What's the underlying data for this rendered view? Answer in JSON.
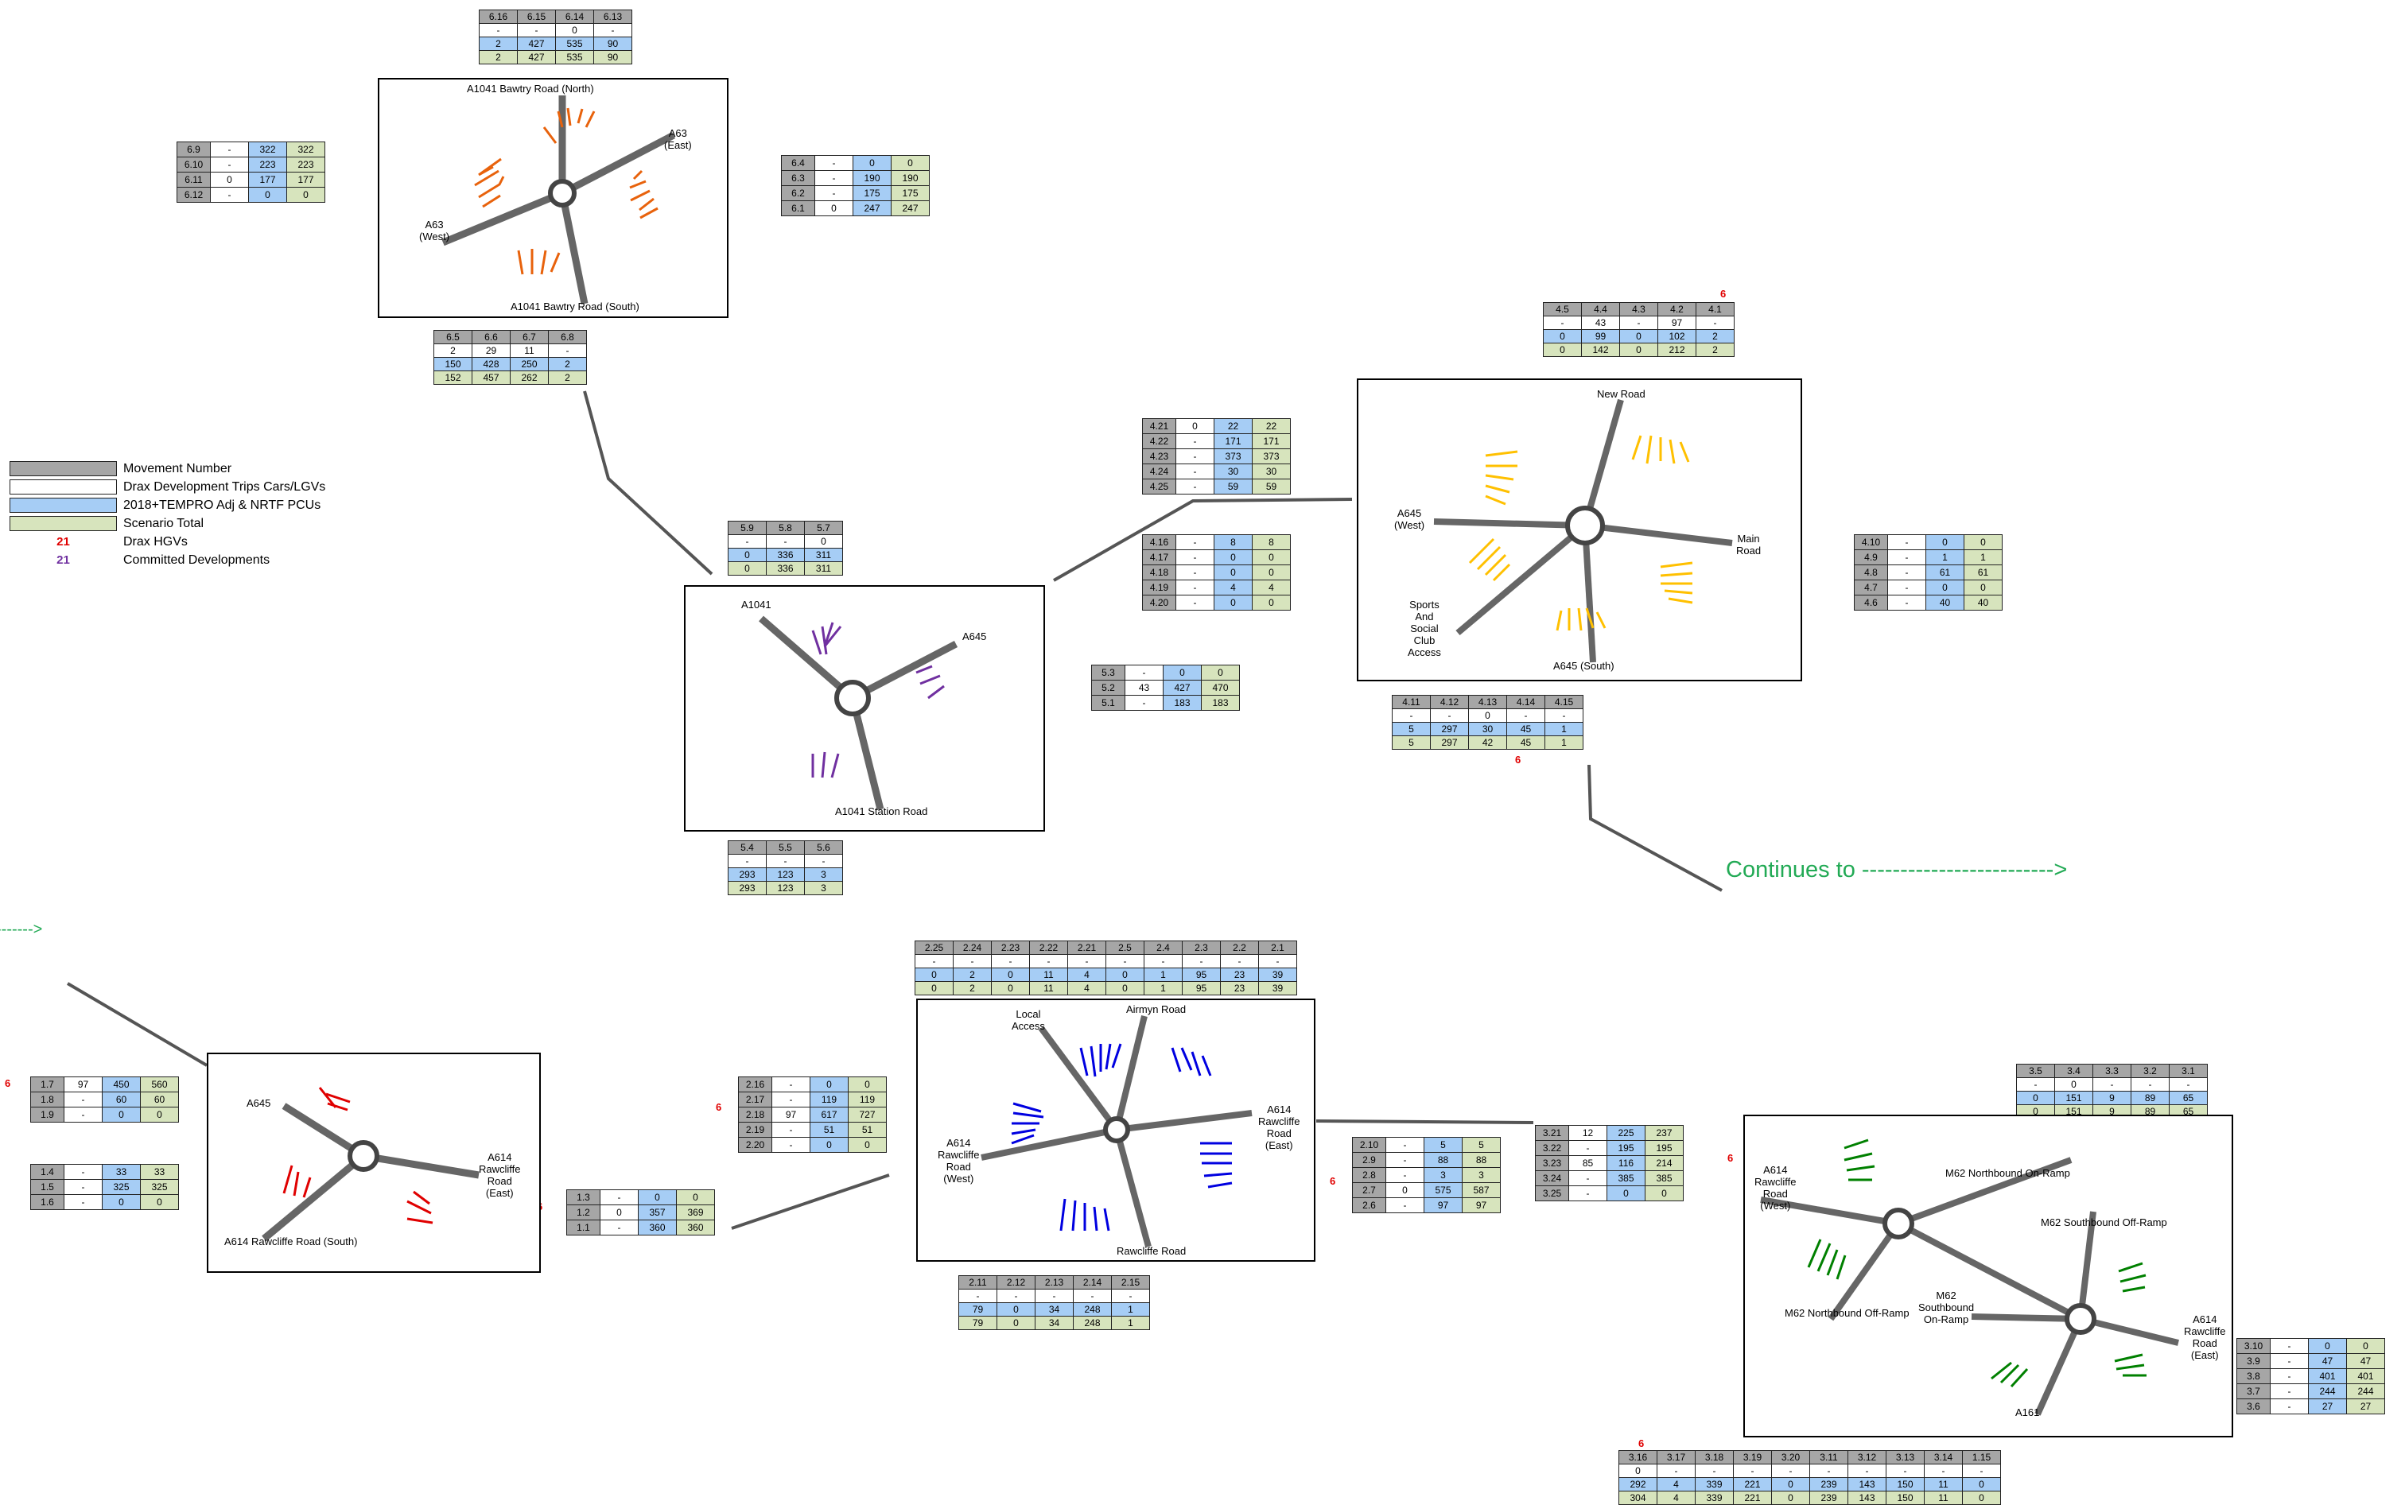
{
  "legend": {
    "items": [
      {
        "label": "Movement Number",
        "color": "#a6a6a6"
      },
      {
        "label": "Drax Development Trips Cars/LGVs",
        "color": "#ffffff"
      },
      {
        "label": "2018+TEMPRO Adj & NRTF PCUs",
        "color": "#a6cdf5"
      },
      {
        "label": "Scenario Total",
        "color": "#d7e4bd"
      }
    ],
    "hgv_number": "21",
    "hgv_label": "Drax HGVs",
    "hgv_color": "#e00000",
    "committed_number": "21",
    "committed_label": "Committed Developments",
    "committed_color": "#7030a0"
  },
  "continues_text": "Continues to ------------------------->",
  "continues_left_text": "------->",
  "junction6": {
    "color": "#e8620c",
    "north": "A1041 Bawtry Road (North)",
    "east_1": "A63",
    "east_2": "(East)",
    "west_1": "A63",
    "west_2": "(West)",
    "south": "A1041 Bawtry Road (South)",
    "top_table": {
      "headers": [
        "6.16",
        "6.15",
        "6.14",
        "6.13"
      ],
      "rows": [
        [
          "-",
          "-",
          "0",
          "-"
        ],
        [
          "2",
          "427",
          "535",
          "90"
        ],
        [
          "2",
          "427",
          "535",
          "90"
        ]
      ]
    },
    "west_table": [
      [
        "6.9",
        "-",
        "322",
        "322"
      ],
      [
        "6.10",
        "-",
        "223",
        "223"
      ],
      [
        "6.11",
        "0",
        "177",
        "177"
      ],
      [
        "6.12",
        "-",
        "0",
        "0"
      ]
    ],
    "east_table": [
      [
        "6.4",
        "-",
        "0",
        "0"
      ],
      [
        "6.3",
        "-",
        "190",
        "190"
      ],
      [
        "6.2",
        "-",
        "175",
        "175"
      ],
      [
        "6.1",
        "0",
        "247",
        "247"
      ]
    ],
    "bottom_table": {
      "headers": [
        "6.5",
        "6.6",
        "6.7",
        "6.8"
      ],
      "rows": [
        [
          "2",
          "29",
          "11",
          "-"
        ],
        [
          "150",
          "428",
          "250",
          "2"
        ],
        [
          "152",
          "457",
          "262",
          "2"
        ]
      ]
    }
  },
  "junction5": {
    "color": "#7030a0",
    "nw": "A1041",
    "ne": "A645",
    "south": "A1041 Station Road",
    "top_table": {
      "headers": [
        "5.9",
        "5.8",
        "5.7"
      ],
      "rows": [
        [
          "-",
          "-",
          "0"
        ],
        [
          "0",
          "336",
          "311"
        ],
        [
          "0",
          "336",
          "311"
        ]
      ]
    },
    "east_table": [
      [
        "5.3",
        "-",
        "0",
        "0"
      ],
      [
        "5.2",
        "43",
        "427",
        "470"
      ],
      [
        "5.1",
        "-",
        "183",
        "183"
      ]
    ],
    "bottom_table": {
      "headers": [
        "5.4",
        "5.5",
        "5.6"
      ],
      "rows": [
        [
          "-",
          "-",
          "-"
        ],
        [
          "293",
          "123",
          "3"
        ],
        [
          "293",
          "123",
          "3"
        ]
      ]
    }
  },
  "junction4": {
    "color": "#ffc000",
    "north": "New Road",
    "west_1": "A645",
    "west_2": "(West)",
    "east_1": "Main",
    "east_2": "Road",
    "sw_1": "Sports",
    "sw_2": "And",
    "sw_3": "Social",
    "sw_4": "Club",
    "sw_5": "Access",
    "south": "A645 (South)",
    "hgv_top": "6",
    "hgv_bottom": "6",
    "top_table": {
      "headers": [
        "4.5",
        "4.4",
        "4.3",
        "4.2",
        "4.1"
      ],
      "rows": [
        [
          "-",
          "43",
          "-",
          "97",
          "-"
        ],
        [
          "0",
          "99",
          "0",
          "102",
          "2"
        ],
        [
          "0",
          "142",
          "0",
          "212",
          "2"
        ]
      ]
    },
    "west_table_1": [
      [
        "4.21",
        "0",
        "22",
        "22"
      ],
      [
        "4.22",
        "-",
        "171",
        "171"
      ],
      [
        "4.23",
        "-",
        "373",
        "373"
      ],
      [
        "4.24",
        "-",
        "30",
        "30"
      ],
      [
        "4.25",
        "-",
        "59",
        "59"
      ]
    ],
    "west_table_2": [
      [
        "4.16",
        "-",
        "8",
        "8"
      ],
      [
        "4.17",
        "-",
        "0",
        "0"
      ],
      [
        "4.18",
        "-",
        "0",
        "0"
      ],
      [
        "4.19",
        "-",
        "4",
        "4"
      ],
      [
        "4.20",
        "-",
        "0",
        "0"
      ]
    ],
    "east_table": [
      [
        "4.10",
        "-",
        "0",
        "0"
      ],
      [
        "4.9",
        "-",
        "1",
        "1"
      ],
      [
        "4.8",
        "-",
        "61",
        "61"
      ],
      [
        "4.7",
        "-",
        "0",
        "0"
      ],
      [
        "4.6",
        "-",
        "40",
        "40"
      ]
    ],
    "bottom_table": {
      "headers": [
        "4.11",
        "4.12",
        "4.13",
        "4.14",
        "4.15"
      ],
      "rows": [
        [
          "-",
          "-",
          "0",
          "-",
          "-"
        ],
        [
          "5",
          "297",
          "30",
          "45",
          "1"
        ],
        [
          "5",
          "297",
          "42",
          "45",
          "1"
        ]
      ]
    }
  },
  "junction1": {
    "color": "#e00000",
    "nw": "A645",
    "east_1": "A614",
    "east_2": "Rawcliffe",
    "east_3": "Road",
    "east_4": "(East)",
    "south": "A614 Rawcliffe Road (South)",
    "hgv_west": "6",
    "hgv_east": "6",
    "west_table_1": [
      [
        "1.7",
        "97",
        "450",
        "560"
      ],
      [
        "1.8",
        "-",
        "60",
        "60"
      ],
      [
        "1.9",
        "-",
        "0",
        "0"
      ]
    ],
    "west_table_2": [
      [
        "1.4",
        "-",
        "33",
        "33"
      ],
      [
        "1.5",
        "-",
        "325",
        "325"
      ],
      [
        "1.6",
        "-",
        "0",
        "0"
      ]
    ],
    "east_table": [
      [
        "1.3",
        "-",
        "0",
        "0"
      ],
      [
        "1.2",
        "0",
        "357",
        "369"
      ],
      [
        "1.1",
        "-",
        "360",
        "360"
      ]
    ]
  },
  "junction2": {
    "color": "#0000e0",
    "north": "Airmyn Road",
    "nw_1": "Local",
    "nw_2": "Access",
    "east_1": "A614",
    "east_2": "Rawcliffe",
    "east_3": "Road",
    "east_4": "(East)",
    "west_1": "A614",
    "west_2": "Rawcliffe",
    "west_3": "Road",
    "west_4": "(West)",
    "south": "Rawcliffe Road",
    "hgv_west": "6",
    "hgv_east": "6",
    "top_table": {
      "headers": [
        "2.25",
        "2.24",
        "2.23",
        "2.22",
        "2.21",
        "2.5",
        "2.4",
        "2.3",
        "2.2",
        "2.1"
      ],
      "rows": [
        [
          "-",
          "-",
          "-",
          "-",
          "-",
          "-",
          "-",
          "-",
          "-",
          "-"
        ],
        [
          "0",
          "2",
          "0",
          "11",
          "4",
          "0",
          "1",
          "95",
          "23",
          "39"
        ],
        [
          "0",
          "2",
          "0",
          "11",
          "4",
          "0",
          "1",
          "95",
          "23",
          "39"
        ]
      ]
    },
    "west_table": [
      [
        "2.16",
        "-",
        "0",
        "0"
      ],
      [
        "2.17",
        "-",
        "119",
        "119"
      ],
      [
        "2.18",
        "97",
        "617",
        "727"
      ],
      [
        "2.19",
        "-",
        "51",
        "51"
      ],
      [
        "2.20",
        "-",
        "0",
        "0"
      ]
    ],
    "east_table": [
      [
        "2.10",
        "-",
        "5",
        "5"
      ],
      [
        "2.9",
        "-",
        "88",
        "88"
      ],
      [
        "2.8",
        "-",
        "3",
        "3"
      ],
      [
        "2.7",
        "0",
        "575",
        "587"
      ],
      [
        "2.6",
        "-",
        "97",
        "97"
      ]
    ],
    "bottom_table": {
      "headers": [
        "2.11",
        "2.12",
        "2.13",
        "2.14",
        "2.15"
      ],
      "rows": [
        [
          "-",
          "-",
          "-",
          "-",
          "-"
        ],
        [
          "79",
          "0",
          "34",
          "248",
          "1"
        ],
        [
          "79",
          "0",
          "34",
          "248",
          "1"
        ]
      ]
    }
  },
  "junction3": {
    "color": "#008000",
    "west_1": "A614",
    "west_2": "Rawcliffe",
    "west_3": "Road",
    "west_4": "(West)",
    "ne": "M62 Northbound On-Ramp",
    "se_off": "M62 Southbound Off-Ramp",
    "nb_off": "M62 Northbound Off-Ramp",
    "sb_on_1": "M62",
    "sb_on_2": "Southbound",
    "sb_on_3": "On-Ramp",
    "east_1": "A614",
    "east_2": "Rawcliffe",
    "east_3": "Road",
    "east_4": "(East)",
    "south": "A161",
    "hgv_west": "6",
    "hgv_bottom": "6",
    "top_table": {
      "headers": [
        "3.5",
        "3.4",
        "3.3",
        "3.2",
        "3.1"
      ],
      "rows": [
        [
          "-",
          "0",
          "-",
          "-",
          "-"
        ],
        [
          "0",
          "151",
          "9",
          "89",
          "65"
        ],
        [
          "0",
          "151",
          "9",
          "89",
          "65"
        ]
      ]
    },
    "west_table": [
      [
        "3.21",
        "12",
        "225",
        "237"
      ],
      [
        "3.22",
        "-",
        "195",
        "195"
      ],
      [
        "3.23",
        "85",
        "116",
        "214"
      ],
      [
        "3.24",
        "-",
        "385",
        "385"
      ],
      [
        "3.25",
        "-",
        "0",
        "0"
      ]
    ],
    "east_table": [
      [
        "3.10",
        "-",
        "0",
        "0"
      ],
      [
        "3.9",
        "-",
        "47",
        "47"
      ],
      [
        "3.8",
        "-",
        "401",
        "401"
      ],
      [
        "3.7",
        "-",
        "244",
        "244"
      ],
      [
        "3.6",
        "-",
        "27",
        "27"
      ]
    ],
    "bottom_table": {
      "headers": [
        "3.16",
        "3.17",
        "3.18",
        "3.19",
        "3.20",
        "3.11",
        "3.12",
        "3.13",
        "3.14",
        "1.15"
      ],
      "rows": [
        [
          "0",
          "-",
          "-",
          "-",
          "-",
          "-",
          "-",
          "-",
          "-",
          "-"
        ],
        [
          "292",
          "4",
          "339",
          "221",
          "0",
          "239",
          "143",
          "150",
          "11",
          "0"
        ],
        [
          "304",
          "4",
          "339",
          "221",
          "0",
          "239",
          "143",
          "150",
          "11",
          "0"
        ]
      ]
    }
  }
}
